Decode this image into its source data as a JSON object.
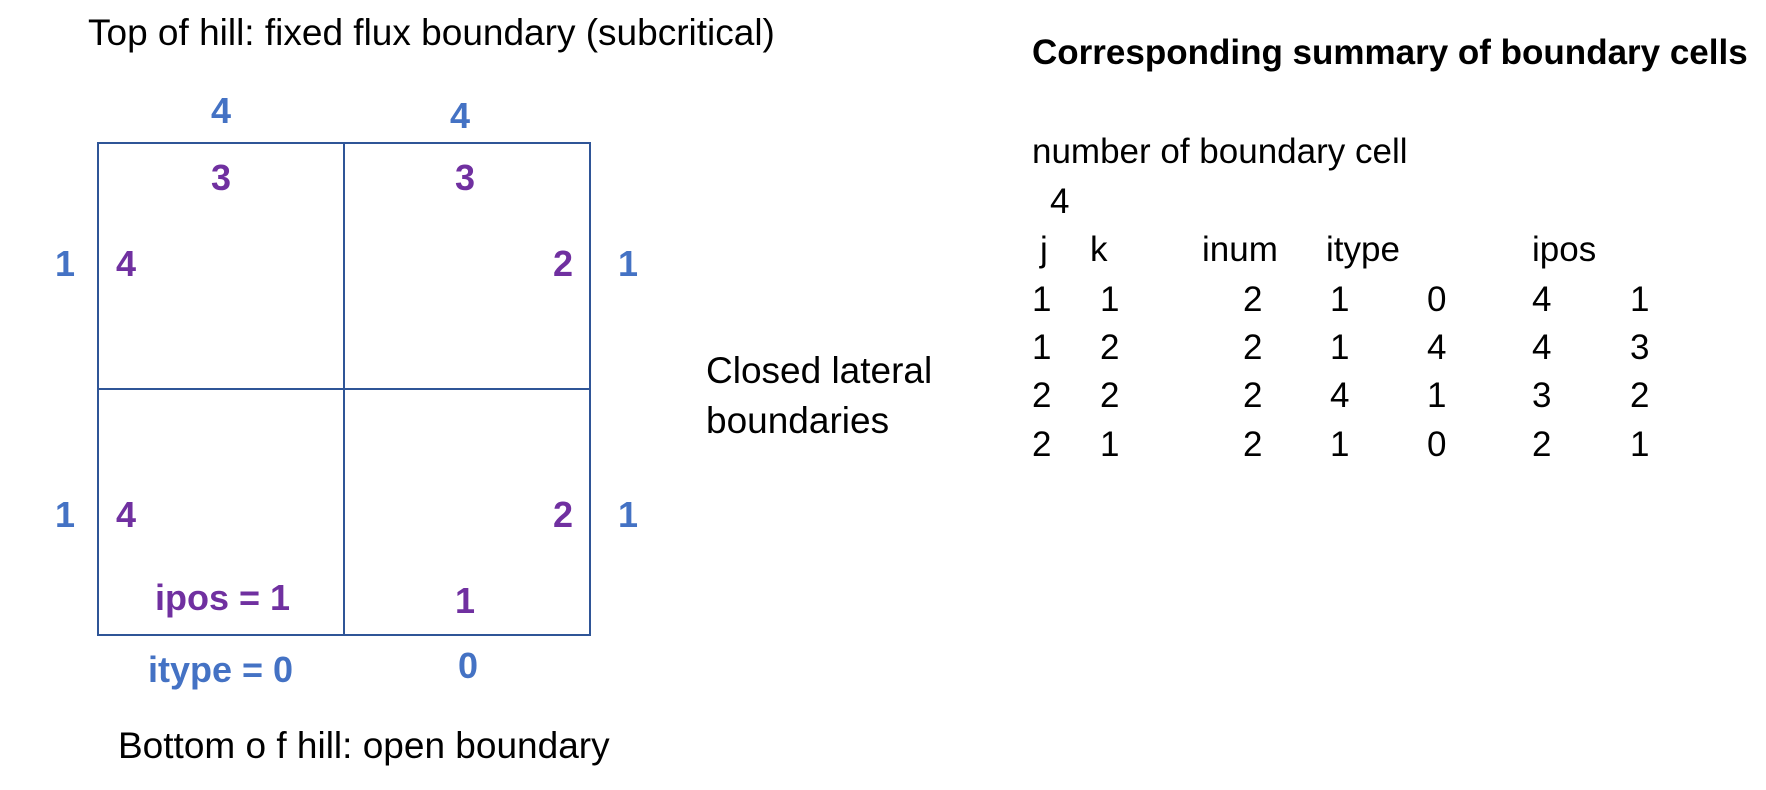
{
  "diagram": {
    "top_caption": "Top of hill: fixed flux boundary (subcritical)",
    "bottom_caption": "Bottom o f hill: open boundary",
    "lateral_caption_line1": "Closed lateral",
    "lateral_caption_line2": "boundaries",
    "itype_labels": {
      "top_left": "4",
      "top_right": "4",
      "left_top": "1",
      "left_bottom": "1",
      "right_top": "1",
      "right_bottom": "1",
      "bottom_left": "itype = 0",
      "bottom_right": "0"
    },
    "ipos_labels": {
      "tl_top": "3",
      "tl_left": "4",
      "tr_top": "3",
      "tr_right": "2",
      "bl_left": "4",
      "bl_bottom": "ipos = 1",
      "br_right": "2",
      "br_bottom": "1"
    },
    "colors": {
      "itype": "#4472c4",
      "ipos": "#7030a0",
      "grid": "#2f5597"
    }
  },
  "summary": {
    "title": "Corresponding summary of boundary cells",
    "count_label": "number of boundary cell",
    "count_value": "4",
    "headers": {
      "j": "j",
      "k": "k",
      "inum": "inum",
      "itype": "itype",
      "ipos": "ipos"
    },
    "rows": [
      [
        "1",
        "1",
        "2",
        "1",
        "0",
        "4",
        "1"
      ],
      [
        "1",
        "2",
        "2",
        "1",
        "4",
        "4",
        "3"
      ],
      [
        "2",
        "2",
        "2",
        "4",
        "1",
        "3",
        "2"
      ],
      [
        "2",
        "1",
        "2",
        "1",
        "0",
        "2",
        "1"
      ]
    ]
  }
}
